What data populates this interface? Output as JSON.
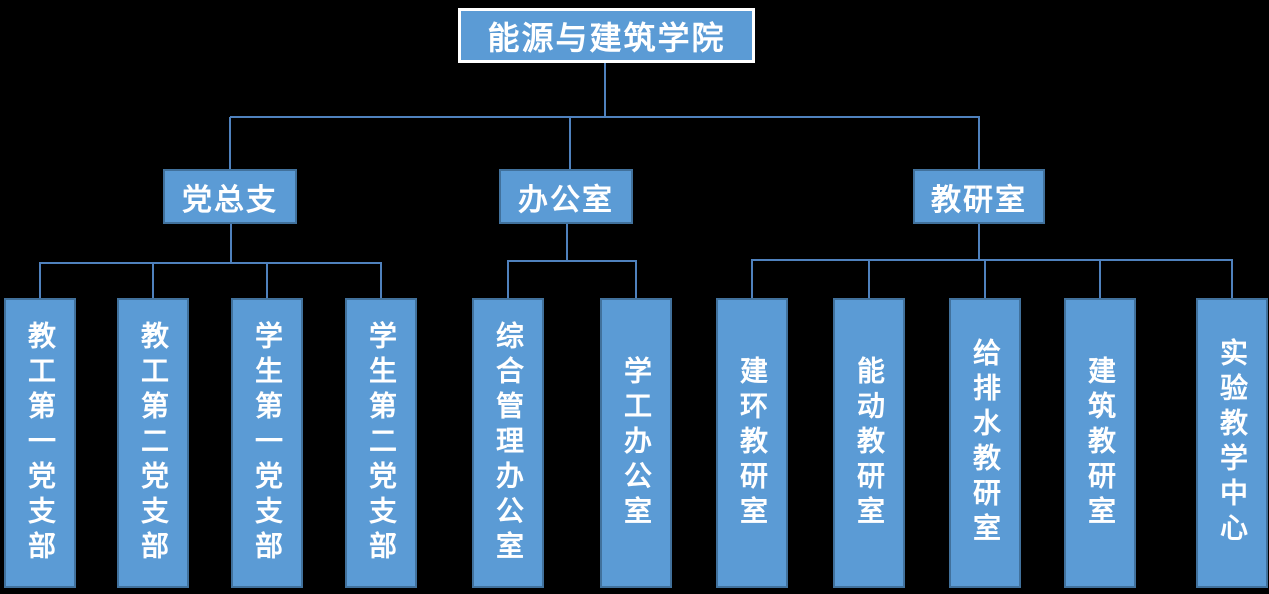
{
  "chart": {
    "type": "org-chart",
    "root": {
      "label": "能源与建筑学院"
    },
    "branches": [
      {
        "label": "党总支",
        "children": [
          "教工第一党支部",
          "教工第二党支部",
          "学生第一党支部",
          "学生第二党支部"
        ]
      },
      {
        "label": "办公室",
        "children": [
          "综合管理办公室",
          "学工办公室"
        ]
      },
      {
        "label": "教研室",
        "children": [
          "建环教研室",
          "能动教研室",
          "给排水教研室",
          "建筑教研室",
          "实验教学中心"
        ]
      }
    ],
    "colors": {
      "background": "#000000",
      "node_fill": "#5b9bd5",
      "node_border": "#41719c",
      "root_border": "#ffffff",
      "connector": "#4f81bd",
      "text": "#ffffff"
    }
  }
}
